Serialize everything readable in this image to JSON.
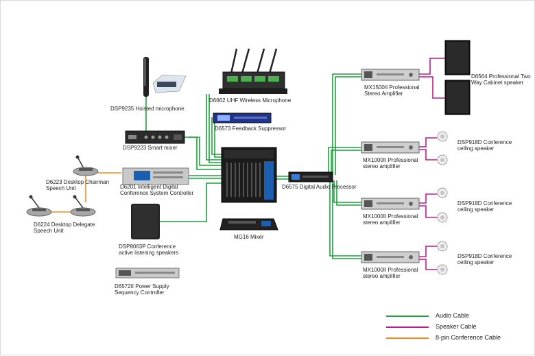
{
  "colors": {
    "audio": "#1aa13a",
    "speaker": "#c0198c",
    "conference": "#f08a1c",
    "rack": "#2b2b2b",
    "rack_silver": "#c9c9c9"
  },
  "devices": {
    "dsp9235": "DSP9235 Hoisted microphone",
    "dsp9223": "DSP9223 Smart mixer",
    "d6201_l1": "D6201 Intelligent Digital",
    "d6201_l2": "Conference System Controller",
    "d6223_l1": "D6223 Desktop Chairman",
    "d6223_l2": "Speech Unit",
    "d6224_l1": "D6224 Desktop Delegate",
    "d6224_l2": "Speech Unit",
    "dsp8063p_l1": "DSP8063P Conference",
    "dsp8063p_l2": "active listening speakers",
    "d6572_l1": "D6572II Power Supply",
    "d6572_l2": "Sequency Controller",
    "d6662": "D6662 UHF Wireless Microphone",
    "d6573": "D6573 Feedback Suppressor",
    "mg16": "MG16 Mixer",
    "d6575": "D6575 Digital Audio Processor",
    "mx1500_l1": "MX1500II Professional",
    "mx1500_l2": "Stereo Amplifier",
    "d6564_l1": "D6564 Professional Two",
    "d6564_l2": "Way Cabinet speaker",
    "mx1000a_l1": "MX1000II Professional",
    "mx1000a_l2": "stereo amplifier",
    "mx1000b_l1": "MX1000II Professional",
    "mx1000b_l2": "stereo amplifier",
    "mx1000c_l1": "MX1000II Professional",
    "mx1000c_l2": "stereo amplifier",
    "dsp918a_l1": "DSP918D Conference",
    "dsp918a_l2": "ceiling speaker",
    "dsp918b_l1": "DSP918D Conference",
    "dsp918b_l2": "ceiling speaker",
    "dsp918c_l1": "DSP918D Conference",
    "dsp918c_l2": "ceiling speaker"
  },
  "legend": {
    "audio": "Audio Cable",
    "speaker": "Speaker Cable",
    "conference": "8-pin Conference Cable"
  }
}
